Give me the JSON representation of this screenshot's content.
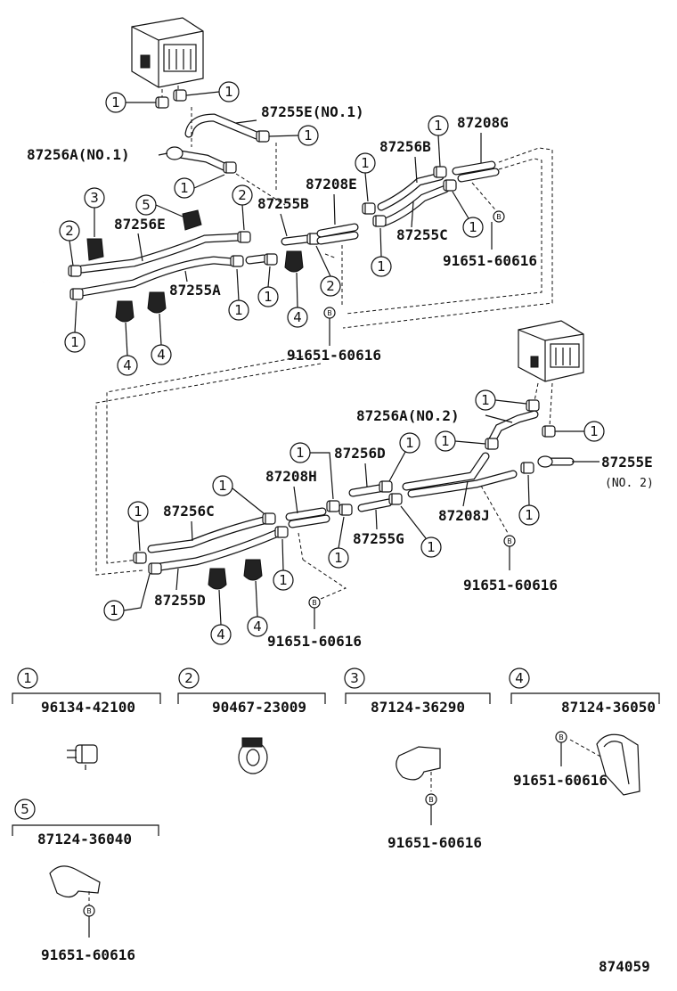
{
  "callout_numbers": [
    "1",
    "2",
    "3",
    "4",
    "5"
  ],
  "bolt_mark": "B",
  "labels": {
    "p87255E_no1": "87255E(NO.1)",
    "p87256A_no1": "87256A(NO.1)",
    "p87208G": "87208G",
    "p87256B": "87256B",
    "p87208E": "87208E",
    "p87255B": "87255B",
    "p87256E": "87256E",
    "p87255C": "87255C",
    "p87255A": "87255A",
    "p87256A_no2": "87256A(NO.2)",
    "p87255E_no2": "87255E",
    "no2": "(NO. 2)",
    "p87256D": "87256D",
    "p87208H": "87208H",
    "p87256C": "87256C",
    "p87208J": "87208J",
    "p87255G": "87255G",
    "p87255D": "87255D",
    "bolt": "91651-60616",
    "diagram_id": "874059"
  },
  "legend": [
    {
      "num": "1",
      "part": "96134-42100"
    },
    {
      "num": "2",
      "part": "90467-23009"
    },
    {
      "num": "3",
      "part": "87124-36290",
      "bolt": "91651-60616"
    },
    {
      "num": "4",
      "part": "87124-36050",
      "bolt": "91651-60616"
    },
    {
      "num": "5",
      "part": "87124-36040",
      "bolt": "91651-60616"
    }
  ]
}
